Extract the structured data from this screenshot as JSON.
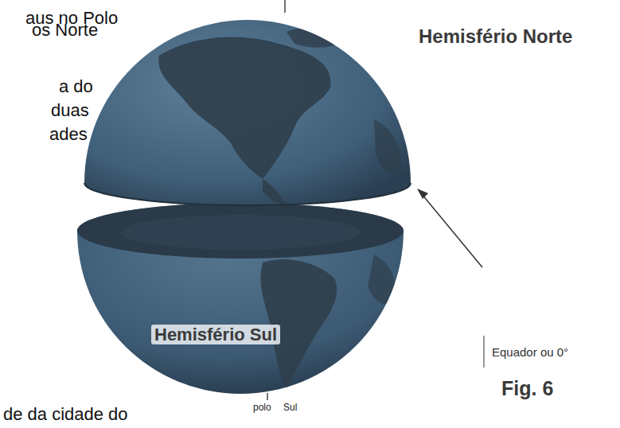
{
  "diagram": {
    "labels": [
      "aus no Polo",
      "os Norte",
      "Hemisfério Norte",
      "a do",
      "duas",
      "ades",
      "Equador ou 0°",
      "Hemisfério Sul",
      "Fig. 6",
      "de da cidade do",
      "polo",
      "Sul"
    ]
  }
}
